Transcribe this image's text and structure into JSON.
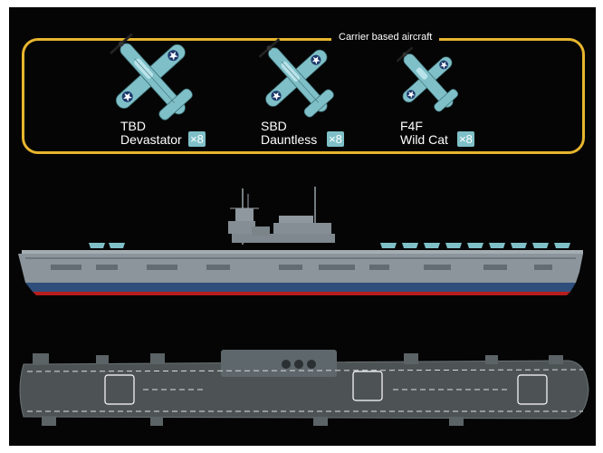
{
  "panel": {
    "title": "Carrier based aircraft"
  },
  "aircraft": [
    {
      "line1": "TBD",
      "line2": "Devastator",
      "qty": "×8",
      "icon": "tbd-devastator-icon"
    },
    {
      "line1": "SBD",
      "line2": "Dauntless",
      "qty": "×8",
      "icon": "sbd-dauntless-icon"
    },
    {
      "line1": "F4F",
      "line2": "Wild Cat",
      "qty": "×8",
      "icon": "f4f-wildcat-icon"
    }
  ],
  "colors": {
    "background": "#050505",
    "frame": "#e7b52e",
    "aircraft": "#7fc0c8",
    "hull_upper": "#8b959b",
    "hull_lower": "#2f4e7c",
    "waterline": "#b81d1d",
    "deck": "#4d5355"
  }
}
